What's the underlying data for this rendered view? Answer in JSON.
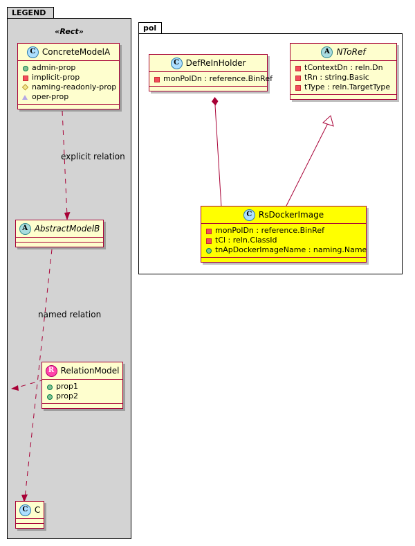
{
  "packages": [
    {
      "name": "LEGEND",
      "stereotype": "«Rect»"
    },
    {
      "name": "pol",
      "stereotype": ""
    }
  ],
  "classes": [
    {
      "id": "ConcreteModelA",
      "title": "ConcreteModelA",
      "badge": "C",
      "attributes": [
        {
          "visibility": "public",
          "text": "admin-prop"
        },
        {
          "visibility": "private",
          "text": "implicit-prop"
        },
        {
          "visibility": "protected",
          "text": "naming-readonly-prop"
        },
        {
          "visibility": "package",
          "text": "oper-prop"
        }
      ]
    },
    {
      "id": "AbstractModelB",
      "title": "AbstractModelB",
      "badge": "A",
      "attributes": []
    },
    {
      "id": "RelationModel",
      "title": "RelationModel",
      "badge": "R",
      "attributes": [
        {
          "visibility": "public",
          "text": "prop1"
        },
        {
          "visibility": "public",
          "text": "prop2"
        }
      ]
    },
    {
      "id": "C",
      "title": "C",
      "badge": "C",
      "attributes": []
    },
    {
      "id": "DefReInHolder",
      "title": "DefReInHolder",
      "badge": "C",
      "attributes": [
        {
          "visibility": "private",
          "text": "monPolDn : reference.BinRef"
        }
      ]
    },
    {
      "id": "NToRef",
      "title": "NToRef",
      "badge": "A",
      "attributes": [
        {
          "visibility": "private",
          "text": "tContextDn : reln.Dn"
        },
        {
          "visibility": "private",
          "text": "tRn : string.Basic"
        },
        {
          "visibility": "private",
          "text": "tType : reln.TargetType"
        }
      ]
    },
    {
      "id": "RsDockerImage",
      "title": "RsDockerImage",
      "badge": "C",
      "attributes": [
        {
          "visibility": "private",
          "text": "monPolDn : reference.BinRef"
        },
        {
          "visibility": "private",
          "text": "tCl : reln.ClassId"
        },
        {
          "visibility": "public",
          "text": "tnApDockerImageName : naming.Name"
        }
      ]
    }
  ],
  "edge_labels": [
    {
      "id": "explicit-relation",
      "text": "explicit relation"
    },
    {
      "id": "named-relation",
      "text": "named relation"
    }
  ],
  "colors": {
    "class_border": "#a80036",
    "class_fill": "#fefece",
    "highlight_fill": "#ffff00",
    "package_legend_fill": "#d3d3d3",
    "package_pol_fill": "#ffffff",
    "edge": "#a80036"
  }
}
